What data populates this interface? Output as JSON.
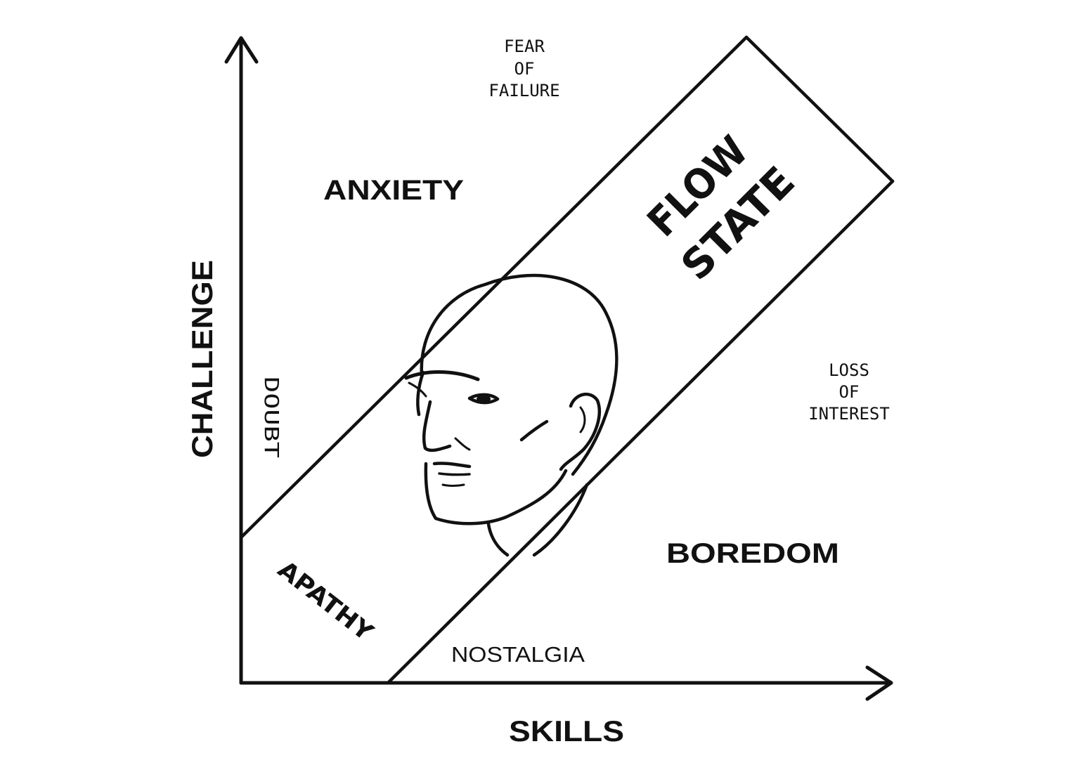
{
  "axes": {
    "x_label": "SKILLS",
    "y_label": "CHALLENGE"
  },
  "regions": {
    "anxiety": "ANXIETY",
    "boredom": "BOREDOM",
    "flow_line1": "FLOW",
    "flow_line2": "STATE",
    "apathy": "APATHY",
    "doubt": "DOUBT",
    "nostalgia": "NOSTALGIA"
  },
  "notes": {
    "fear_line1": "FEAR",
    "fear_line2": "OF",
    "fear_line3": "FAILURE",
    "loss_line1": "LOSS",
    "loss_line2": "OF",
    "loss_line3": "INTEREST"
  }
}
